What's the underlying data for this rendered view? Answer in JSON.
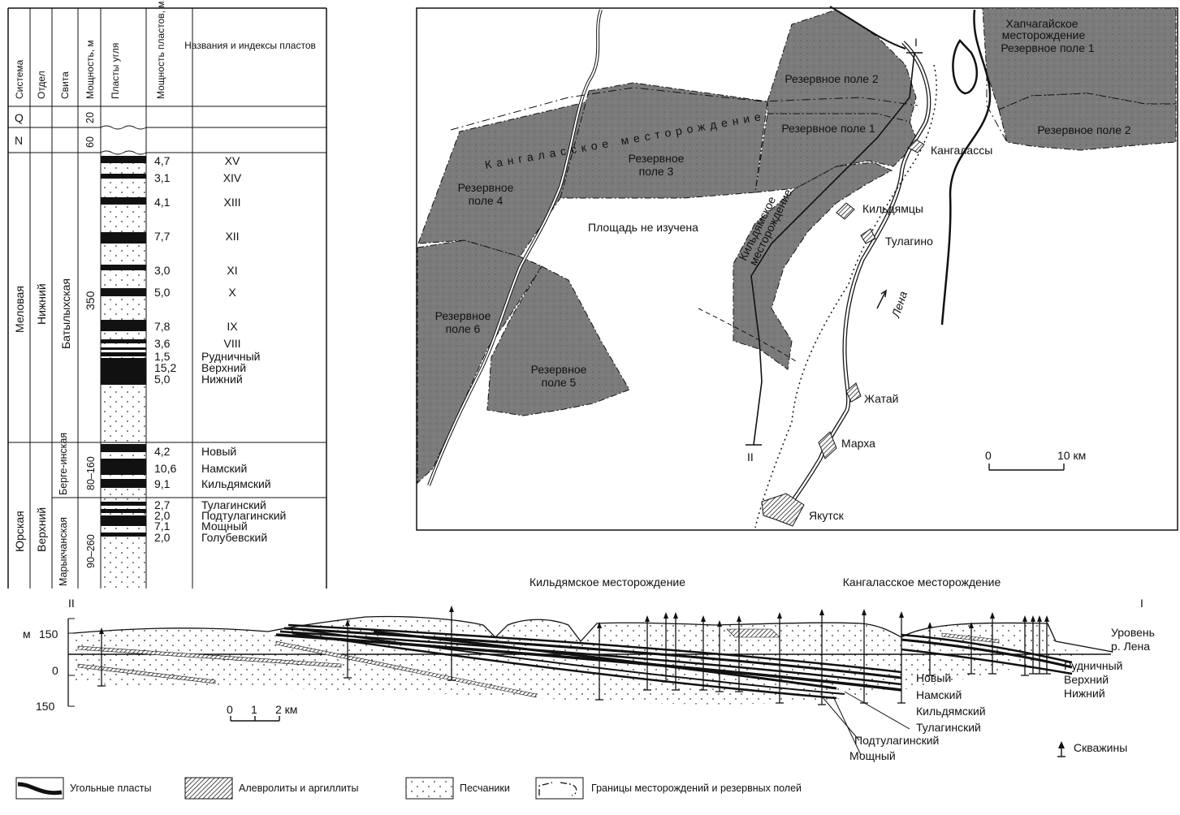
{
  "column": {
    "headers": {
      "system": "Система",
      "division": "Отдел",
      "suite": "Свита",
      "thickness": "Мощность, м",
      "coal_layers": "Пласты угля",
      "layer_thickness": "Мощность пластов, м",
      "names": "Названия и индексы пластов"
    },
    "systems": {
      "q": "Q",
      "n": "N",
      "cretaceous": "Меловая",
      "jurassic": "Юрская"
    },
    "divisions": {
      "lower": "Нижний",
      "upper": "Верхний"
    },
    "suites": {
      "batylykh": "Батылыхская",
      "bergein": "Берге-инская",
      "marykchan": "Марыкчанская"
    },
    "thicknesses": {
      "q": "20",
      "n": "60",
      "batylykh": "350",
      "bergein": "80–160",
      "marykchan": "90–260"
    },
    "seams": [
      {
        "t": "4,7",
        "name": "XV"
      },
      {
        "t": "3,1",
        "name": "XIV"
      },
      {
        "t": "4,1",
        "name": "XIII"
      },
      {
        "t": "7,7",
        "name": "XII"
      },
      {
        "t": "3,0",
        "name": "XI"
      },
      {
        "t": "5,0",
        "name": "X"
      },
      {
        "t": "7,8",
        "name": "IX"
      },
      {
        "t": "3,6",
        "name": "VIII"
      },
      {
        "t": "1,5",
        "name": "Рудничный"
      },
      {
        "t": "15,2",
        "name": "Верхний"
      },
      {
        "t": "5,0",
        "name": "Нижний"
      },
      {
        "t": "4,2",
        "name": "Новый"
      },
      {
        "t": "10,6",
        "name": "Намский"
      },
      {
        "t": "9,1",
        "name": "Кильдямский"
      },
      {
        "t": "2,7",
        "name": "Тулагинский"
      },
      {
        "t": "2,0",
        "name": "Подтулагинский"
      },
      {
        "t": "7,1",
        "name": "Мощный"
      },
      {
        "t": "2,0",
        "name": "Голубевский"
      }
    ]
  },
  "map": {
    "fields": {
      "khapchagai": "Хапчагайское месторождение",
      "kangalass_deposit": "Кангаласское месторождение",
      "kildyam_deposit": "Кильдямское месторождение"
    },
    "reserve_fields": {
      "kh1": "Резервное поле 1",
      "kh2": "Резервное поле 2",
      "k2": "Резервное поле 2",
      "k1": "Резервное поле 1",
      "p3a": "Резервное",
      "p3b": "поле 3",
      "p4a": "Резервное",
      "p4b": "поле 4",
      "p5a": "Резервное",
      "p5b": "поле 5",
      "p6a": "Резервное",
      "p6b": "поле 6"
    },
    "unstudied": "Площадь не изучена",
    "river": "Лена",
    "settlements": {
      "kangalassy": "Кангалассы",
      "kildyamtsy": "Кильдямцы",
      "tulagino": "Тулагино",
      "zhatai": "Жатай",
      "markha": "Марха",
      "yakutsk": "Якутск"
    },
    "section_marks": {
      "one": "I",
      "two": "II"
    },
    "scale": {
      "zero": "0",
      "ten": "10 км"
    }
  },
  "section": {
    "titles": {
      "kildyam": "Кильдямское месторождение",
      "kangalass": "Кангаласское месторождение"
    },
    "ends": {
      "left": "II",
      "right": "I"
    },
    "axis": {
      "unit": "м",
      "top": "150",
      "zero": "0",
      "bottom": "150"
    },
    "lena_level_a": "Уровень",
    "lena_level_b": "р. Лена",
    "right_labels": [
      "Рудничный",
      "Верхний",
      "Нижний"
    ],
    "seam_labels": [
      "Новый",
      "Намский",
      "Кильдямский",
      "Тулагинский"
    ],
    "bottom_labels": [
      "Подтулагинский",
      "Мощный"
    ],
    "wells": "Скважины",
    "scale": {
      "zero": "0",
      "one": "1",
      "two": "2 км"
    }
  },
  "legend": {
    "coal": "Угольные пласты",
    "siltstone": "Алевролиты и аргиллиты",
    "sandstone": "Песчаники",
    "boundaries": "Границы месторождений и резервных полей"
  },
  "colors": {
    "field_fill": "#7b7b7b",
    "line": "#111111",
    "background": "#ffffff"
  }
}
